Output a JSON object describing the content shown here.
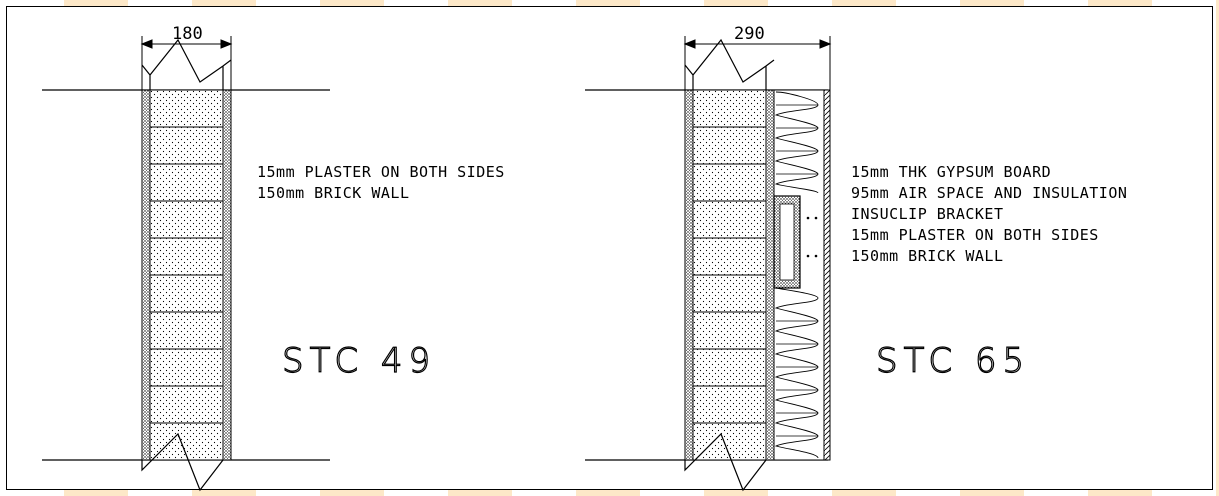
{
  "colors": {
    "line": "#000000",
    "background": "#ffffff",
    "stripe": "#fde8c8"
  },
  "left_detail": {
    "dimension": "180",
    "notes": [
      "15mm PLASTER ON BOTH SIDES",
      "150mm BRICK WALL"
    ],
    "rating": "STC 49"
  },
  "right_detail": {
    "dimension": "290",
    "notes": [
      "15mm THK GYPSUM BOARD",
      "95mm AIR SPACE AND INSULATION",
      "INSUCLIP BRACKET",
      "15mm PLASTER ON BOTH SIDES",
      "150mm BRICK WALL"
    ],
    "rating": "STC 65"
  }
}
